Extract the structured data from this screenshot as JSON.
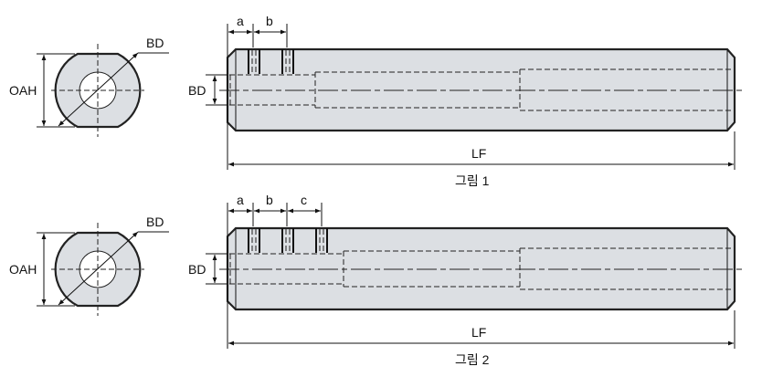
{
  "figures": [
    {
      "caption": "그림 1",
      "labels": {
        "a": "a",
        "b": "b",
        "bd_end": "BD",
        "oah": "OAH",
        "bd_side": "BD",
        "lf": "LF"
      }
    },
    {
      "caption": "그림 2",
      "labels": {
        "a": "a",
        "b": "b",
        "c": "c",
        "bd_end": "BD",
        "oah": "OAH",
        "bd_side": "BD",
        "lf": "LF"
      }
    }
  ],
  "colors": {
    "body_fill": "#dcdfe3",
    "outline": "#222222"
  }
}
